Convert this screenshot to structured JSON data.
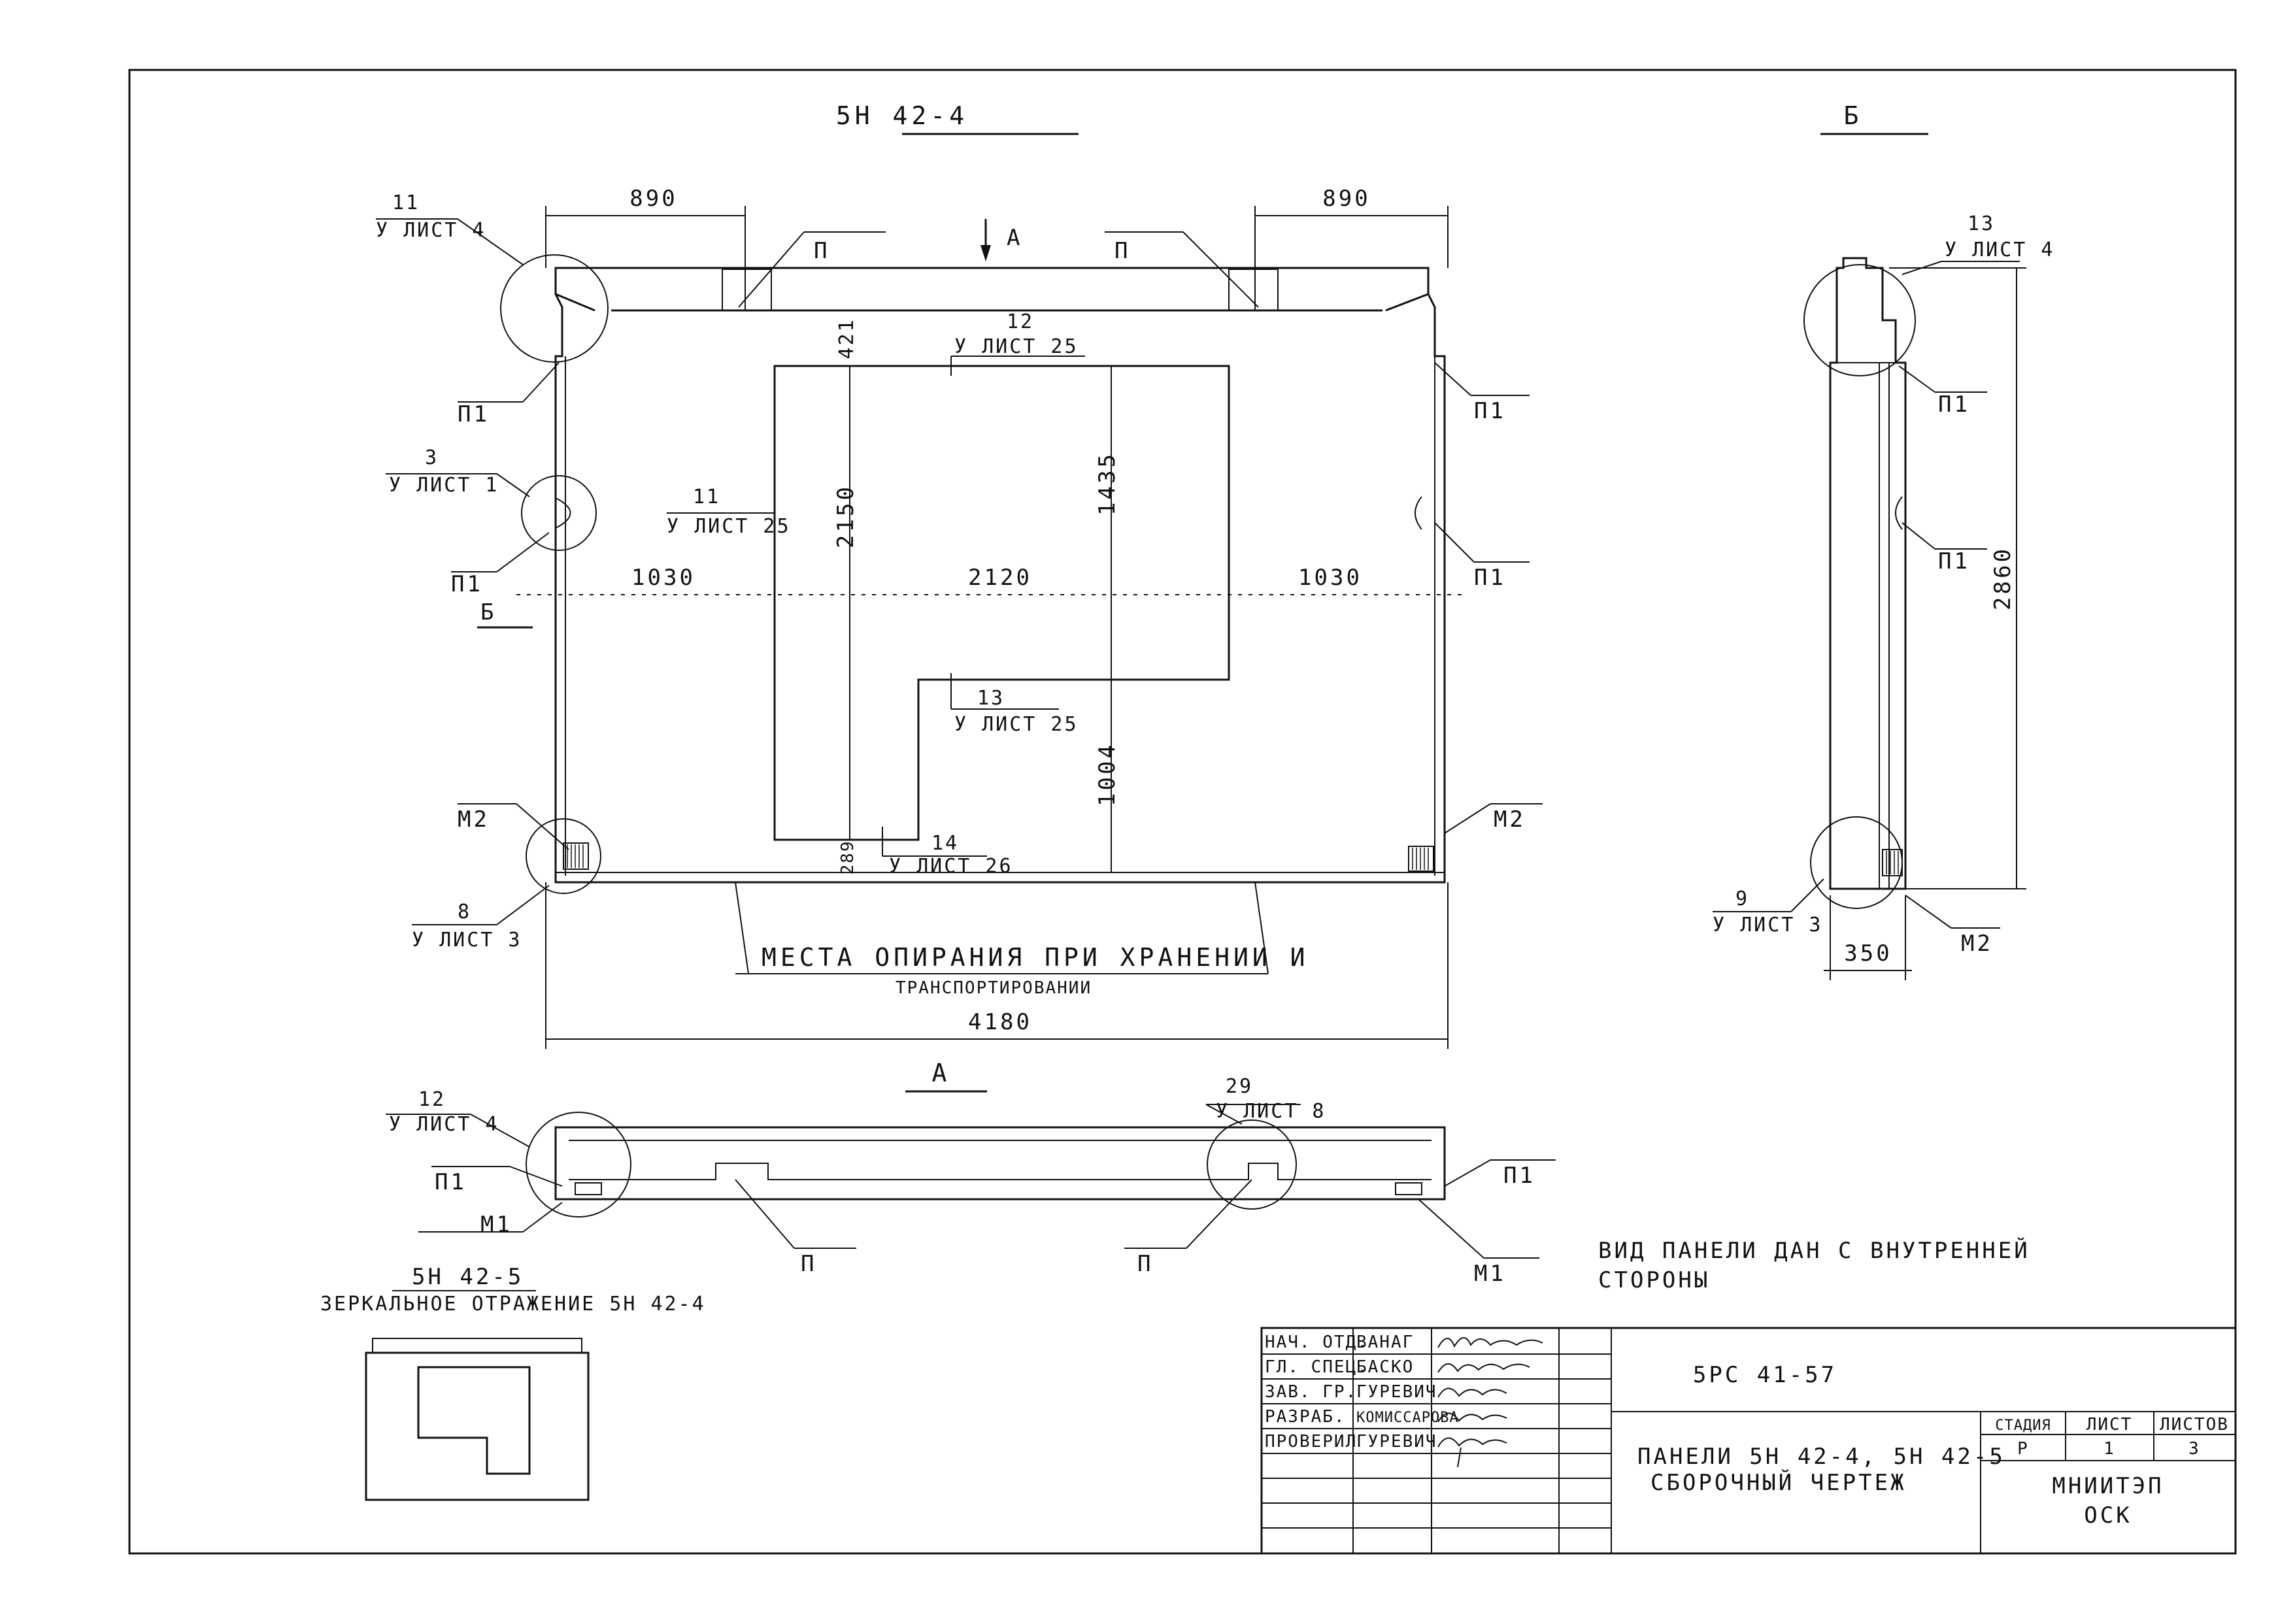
{
  "views": {
    "main_title": "5Н 42-4",
    "side_title": "Б",
    "plan_title": "А",
    "mirror_title": "5Н 42-5",
    "mirror_subtitle": "ЗЕРКАЛЬНОЕ ОТРАЖЕНИЕ 5Н 42-4"
  },
  "main_view": {
    "dimensions": {
      "top_left": "890",
      "top_right": "890",
      "left_span": "1030",
      "mid_span": "2120",
      "right_span": "1030",
      "overall_width": "4180",
      "top_offset": "421",
      "opening_height": "2150",
      "window_height": "1435",
      "lower_height": "1004",
      "sill_offset": "289"
    },
    "view_arrow": "А",
    "section_marker": "Б",
    "labels": {
      "p_left": "П",
      "p_right": "П",
      "p1_top_left": "П1",
      "p1_top_right": "П1",
      "p1_mid_left": "П1",
      "p1_mid_right": "П1",
      "m2_left": "М2",
      "m2_right": "М2"
    },
    "callouts": {
      "c11_top_num": "11",
      "c11_top_ref": "У ЛИСТ 4",
      "c3_num": "3",
      "c3_ref": "У ЛИСТ 1",
      "c8_num": "8",
      "c8_ref": "У ЛИСТ 3",
      "c12_num": "12",
      "c12_ref": "У ЛИСТ 25",
      "c11_mid_num": "11",
      "c11_mid_ref": "У ЛИСТ 25",
      "c13_num": "13",
      "c13_ref": "У ЛИСТ 25",
      "c14_num": "14",
      "c14_ref": "У ЛИСТ 26"
    },
    "support_note_line1": "МЕСТА ОПИРАНИЯ ПРИ ХРАНЕНИИ И",
    "support_note_line2": "ТРАНСПОРТИРОВАНИИ"
  },
  "side_view": {
    "height": "2860",
    "thickness": "350",
    "c13_num": "13",
    "c13_ref": "У ЛИСТ 4",
    "c9_num": "9",
    "c9_ref": "У ЛИСТ 3",
    "p1_upper": "П1",
    "p1_lower": "П1",
    "m2": "М2"
  },
  "plan_view": {
    "c12_num": "12",
    "c12_ref": "У ЛИСТ 4",
    "c29_num": "29",
    "c29_ref": "У ЛИСТ 8",
    "p1_left": "П1",
    "p1_right": "П1",
    "m1_left": "М1",
    "m1_right": "М1",
    "p_left": "П",
    "p_right": "П"
  },
  "note": {
    "line1": "ВИД ПАНЕЛИ ДАН С ВНУТРЕННЕЙ",
    "line2": "СТОРОНЫ"
  },
  "title_block": {
    "roles": [
      "НАЧ. ОТД.",
      "ГЛ. СПЕЦ.",
      "ЗАВ. ГР.",
      "РАЗРАБ.",
      "ПРОВЕРИЛ"
    ],
    "names": [
      "ВАНАГ",
      "БАСКО",
      "ГУРЕВИЧ",
      "КОМИССАРОВА",
      "ГУРЕВИЧ"
    ],
    "doc_code": "5РС 41-57",
    "title_line1": "ПАНЕЛИ 5Н 42-4, 5Н 42-5",
    "title_line2": "СБОРОЧНЫЙ ЧЕРТЕЖ",
    "stage_header": "СТАДИЯ",
    "sheet_header": "ЛИСТ",
    "sheets_header": "ЛИСТОВ",
    "stage": "Р",
    "sheet": "1",
    "sheets": "3",
    "org_line1": "МНИИТЭП",
    "org_line2": "ОСК"
  }
}
